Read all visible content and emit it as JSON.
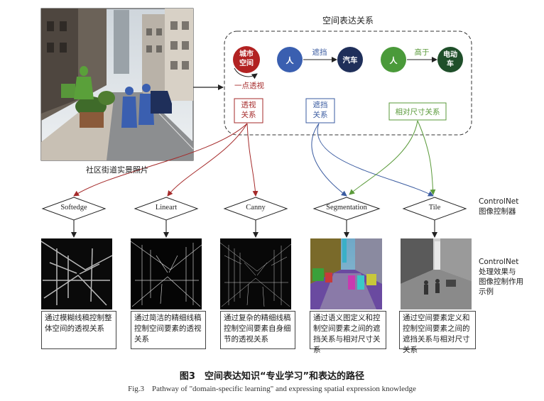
{
  "photo_caption": "社区街道实景照片",
  "space_title": "空间表达关系",
  "relations": {
    "perspective": {
      "circle": "城市\n空间",
      "arrow_label": "一点透视",
      "box": "透视\n关系"
    },
    "occlusion": {
      "from": "人",
      "arrow_label": "遮挡",
      "to": "汽车",
      "box": "遮挡\n关系"
    },
    "scale": {
      "from": "人",
      "arrow_label": "高于",
      "to": "电动\n车",
      "box": "相对尺寸关系"
    }
  },
  "controllers": [
    "Softedge",
    "Lineart",
    "Canny",
    "Segmentation",
    "Tile"
  ],
  "controller_label": "ControlNet\n图像控制器",
  "effect_label": "ControlNet\n处理效果与\n图像控制作用\n示例",
  "descriptions": [
    "通过模糊线稿控制整体空间的透视关系",
    "通过简洁的精细线稿控制空间要素的透视关系",
    "通过复杂的精细线稿控制空间要素自身细节的透视关系",
    "通过语义图定义和控制空间要素之间的遮挡关系与相对尺寸关系",
    "通过空间要素定义和控制空间要素之间的遮挡关系与相对尺寸关系"
  ],
  "caption_cn": "图3　空间表达知识“专业学习”和表达的路径",
  "caption_en": "Fig.3　Pathway of \"domain-specific learning\" and expressing spatial expression knowledge",
  "colors": {
    "perspective": "#a52a2a",
    "occlusion": "#3a5ba0",
    "scale": "#5a9a3a",
    "city_circle": "#b22222",
    "person_blue": "#3a5fb0",
    "car_navy": "#1f2f5a",
    "person_green": "#4a9a3a",
    "ebike_green": "#1f4f2a"
  }
}
